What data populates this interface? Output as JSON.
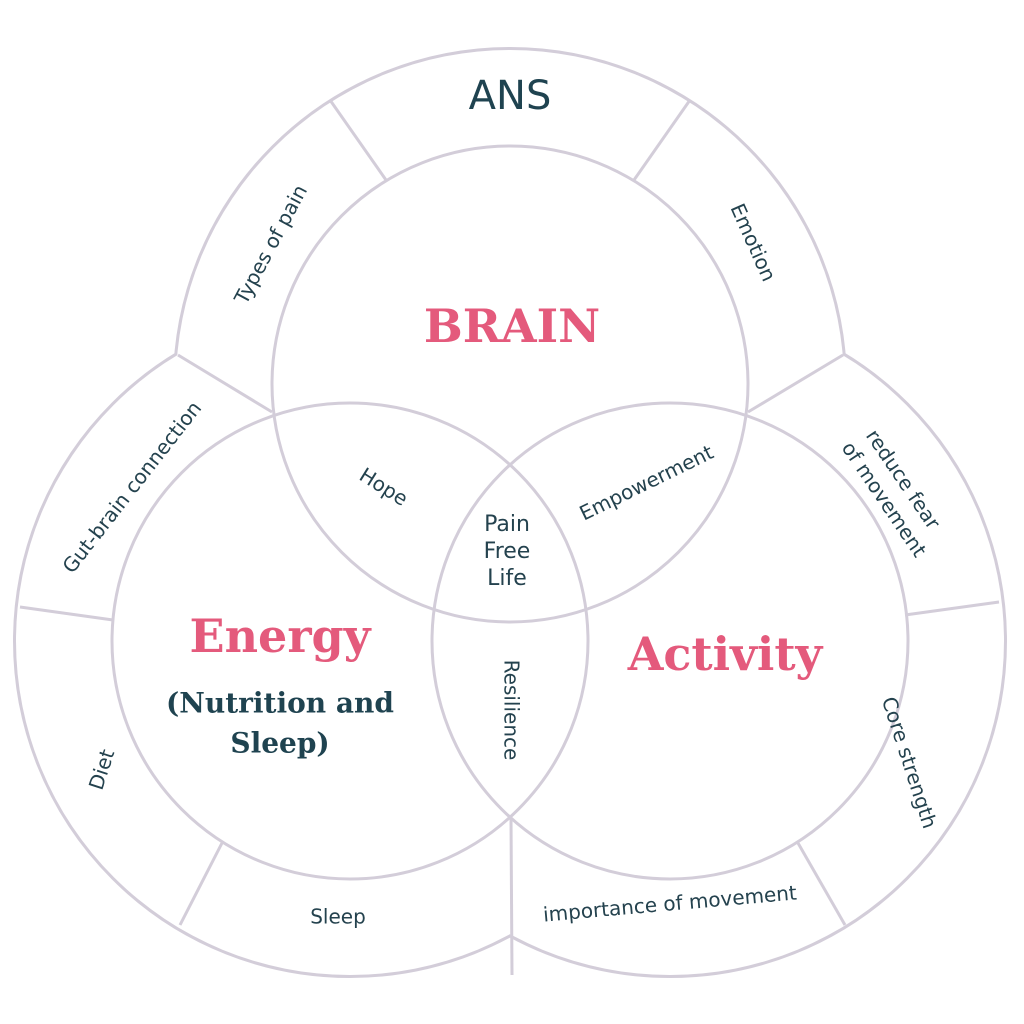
{
  "colors": {
    "accent": "#e45a7c",
    "text": "#1f4350",
    "line": "#d3cdd9"
  },
  "circles": {
    "brain": "BRAIN",
    "energy": "Energy",
    "energy_sub_1": "(Nutrition and",
    "energy_sub_2": "Sleep)",
    "activity": "Activity"
  },
  "overlaps": {
    "hope": "Hope",
    "empowerment": "Empowerment",
    "resilience": "Resilience",
    "center_1": "Pain",
    "center_2": "Free",
    "center_3": "Life"
  },
  "outer": {
    "ans": "ANS",
    "types_of_pain": "Types of pain",
    "emotion": "Emotion",
    "gut_brain": "Gut-brain connection",
    "reduce_fear_1": "reduce fear",
    "reduce_fear_2": "of movement",
    "diet": "Diet",
    "core_strength": "Core strength",
    "sleep": "Sleep",
    "importance_of_movement": "importance of movement"
  }
}
